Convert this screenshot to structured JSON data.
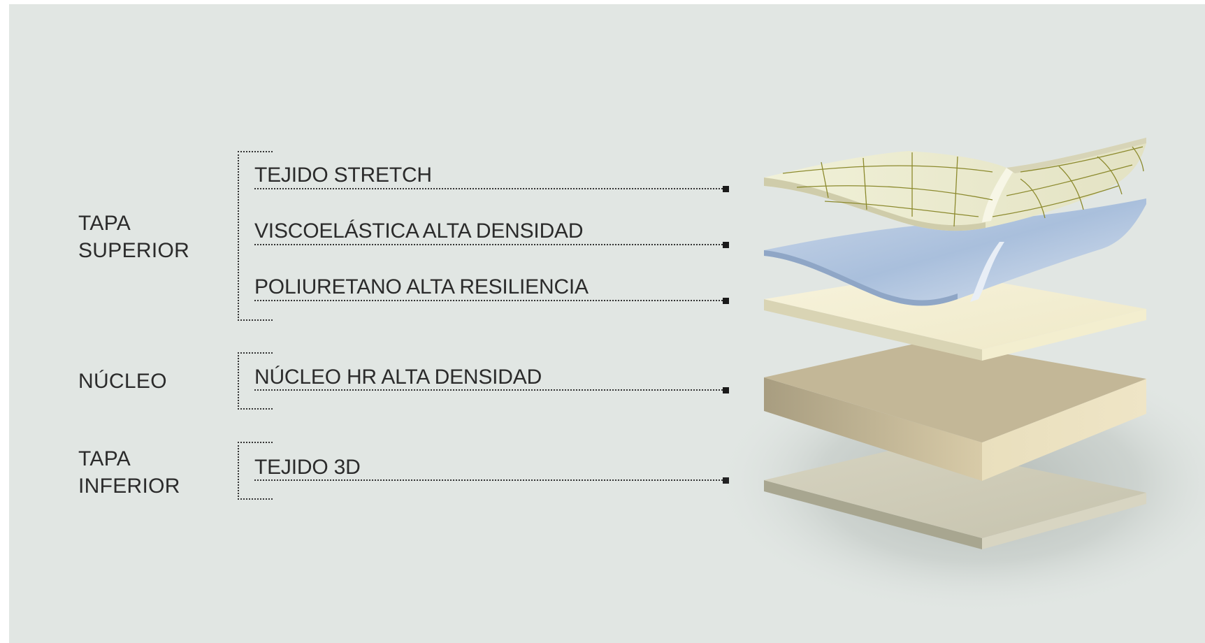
{
  "groups": [
    {
      "label_line1": "TAPA",
      "label_line2": "SUPERIOR"
    },
    {
      "label_line1": "NÚCLEO",
      "label_line2": ""
    },
    {
      "label_line1": "TAPA",
      "label_line2": "INFERIOR"
    }
  ],
  "layers": [
    {
      "label": "TEJIDO STRETCH",
      "group": "TAPA SUPERIOR"
    },
    {
      "label": "VISCOELÁSTICA ALTA DENSIDAD",
      "group": "TAPA SUPERIOR"
    },
    {
      "label": "POLIURETANO ALTA RESILIENCIA",
      "group": "TAPA SUPERIOR"
    },
    {
      "label": "NÚCLEO HR ALTA DENSIDAD",
      "group": "NÚCLEO"
    },
    {
      "label": "TEJIDO 3D",
      "group": "TAPA INFERIOR"
    }
  ],
  "colors": {
    "background": "#e1e6e3",
    "text": "#2b2b2b",
    "stretch_fabric": "#ecebcf",
    "stretch_grid": "#8c8a2e",
    "viscoelastic": "#b9cbe2",
    "polyurethane": "#f4f0d8",
    "core": "#c4b898",
    "fabric_3d": "#cecbb8"
  }
}
